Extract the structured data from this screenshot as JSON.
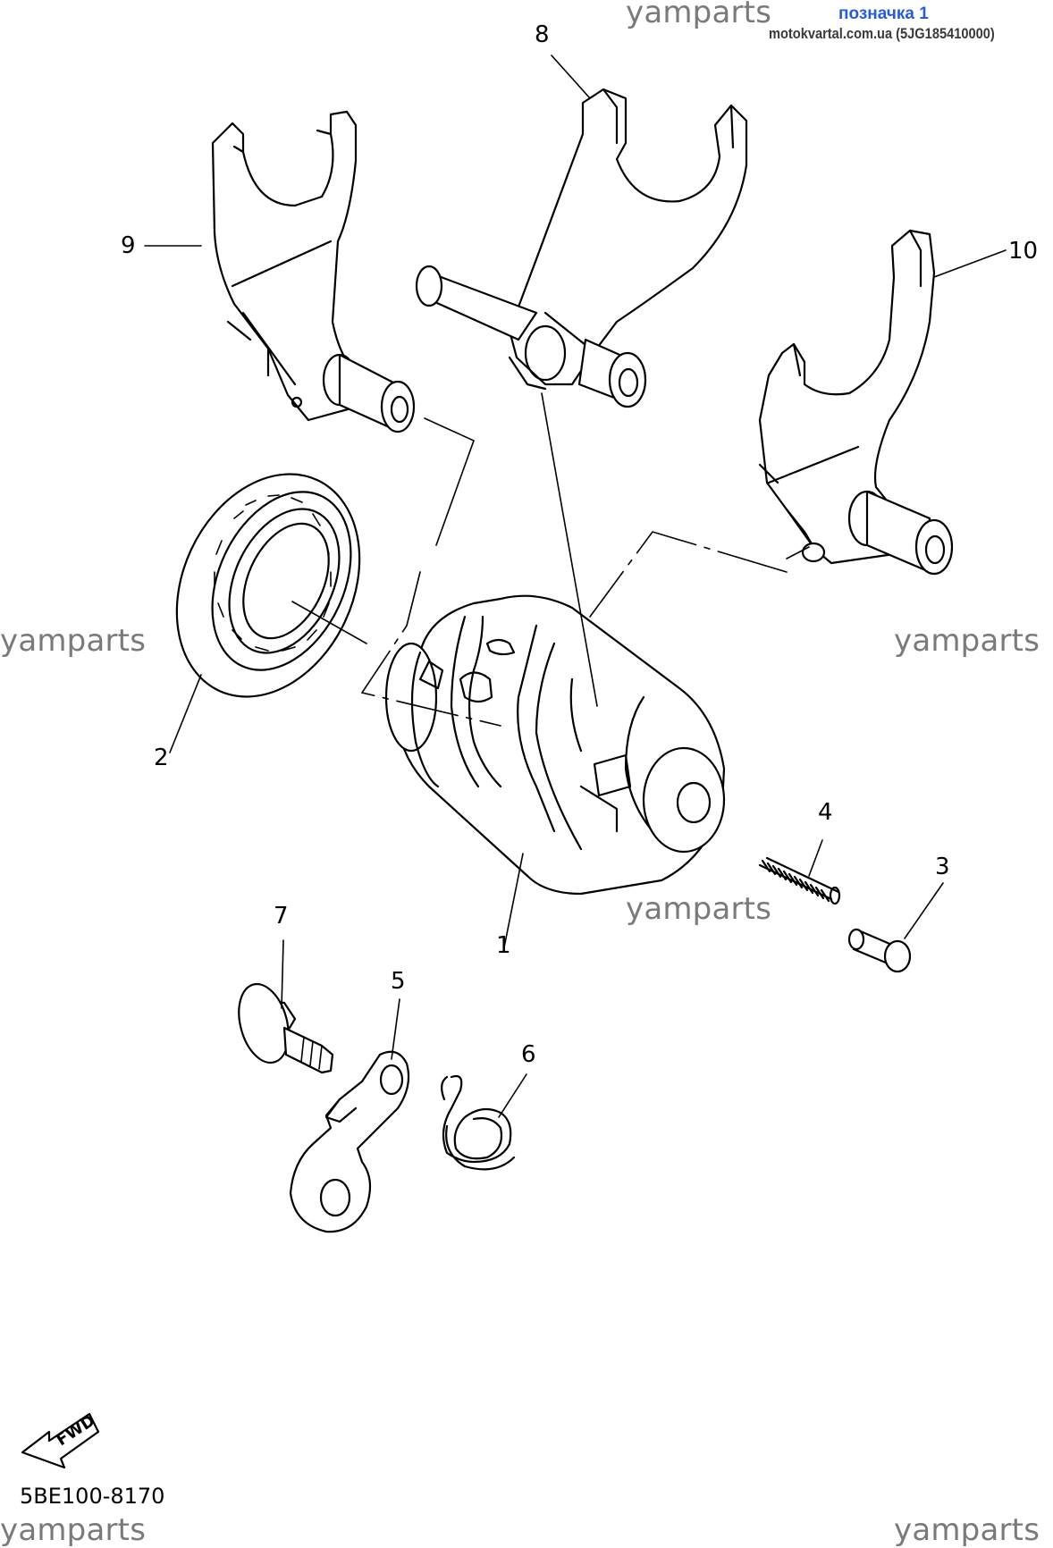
{
  "watermarks": {
    "top": "yamparts",
    "left": "yamparts",
    "right": "yamparts",
    "center": "yamparts",
    "bottom_left": "yamparts",
    "bottom_right": "yamparts"
  },
  "header": {
    "tag": "позначка 1",
    "site": "motokvartal.com.ua (5JG185410000)"
  },
  "callouts": [
    "1",
    "2",
    "3",
    "4",
    "5",
    "6",
    "7",
    "8",
    "9",
    "10"
  ],
  "fwd_label": "FWD",
  "diagram_code": "5BE100-8170"
}
